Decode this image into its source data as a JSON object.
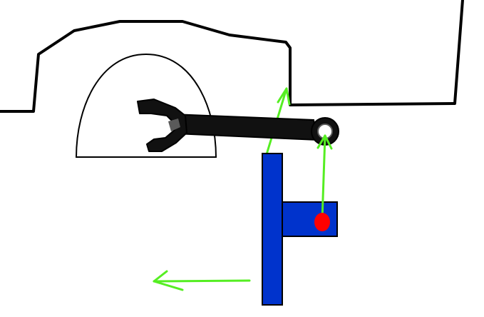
{
  "diagram": {
    "colors": {
      "outline": "#000000",
      "wrench": "#111111",
      "wrench_highlight": "#5a5a5a",
      "slider": "#0033cc",
      "pivot": "#ff0000",
      "arrow": "#55ee22",
      "background": "#ffffff"
    },
    "elements": [
      "vehicle-body-outline",
      "wheel-arch",
      "wrench",
      "vertical-slider-bar",
      "slider-block",
      "pivot-pin",
      "push-arrow",
      "left-motion-arrow",
      "vertical-link-arrow"
    ]
  }
}
